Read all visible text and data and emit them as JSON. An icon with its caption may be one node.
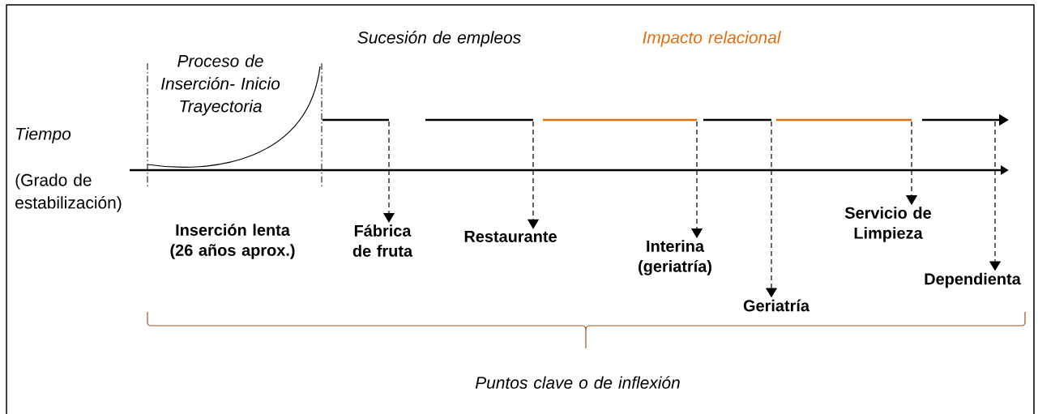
{
  "diagram": {
    "nodes": [
      {
        "text": [
          "Inserción lenta (26 años aprox.)"
        ]
      },
      {
        "text": [
          "Fábrica de fruta"
        ]
      },
      {
        "text": [
          "Restaurante"
        ]
      },
      {
        "text": [
          "Interina (geriatría)"
        ]
      },
      {
        "text": [
          "Geriatría"
        ]
      },
      {
        "text": [
          "Servicio de Limpieza"
        ]
      },
      {
        "text": [
          "Dependienta"
        ]
      }
    ],
    "edges": [
      {
        "from": null,
        "to": 1,
        "arrow": "to",
        "style": "dashed"
      },
      {
        "from": null,
        "to": 2,
        "arrow": "to",
        "style": "dashed"
      },
      {
        "from": null,
        "to": 3,
        "arrow": "to",
        "style": "dashed"
      },
      {
        "from": null,
        "to": 4,
        "arrow": "to",
        "style": "dashed"
      },
      {
        "from": null,
        "to": 5,
        "arrow": "to",
        "style": "dashed"
      },
      {
        "from": null,
        "to": 6,
        "arrow": "to",
        "style": "dashed"
      }
    ],
    "labels": [
      "Proceso de Inserción- Inicio Trayectoria",
      "Sucesión de empleos",
      "Impacto relacional",
      "Tiempo",
      "(Grado de estabilización)",
      "Puntos clave o de inflexión"
    ]
  }
}
